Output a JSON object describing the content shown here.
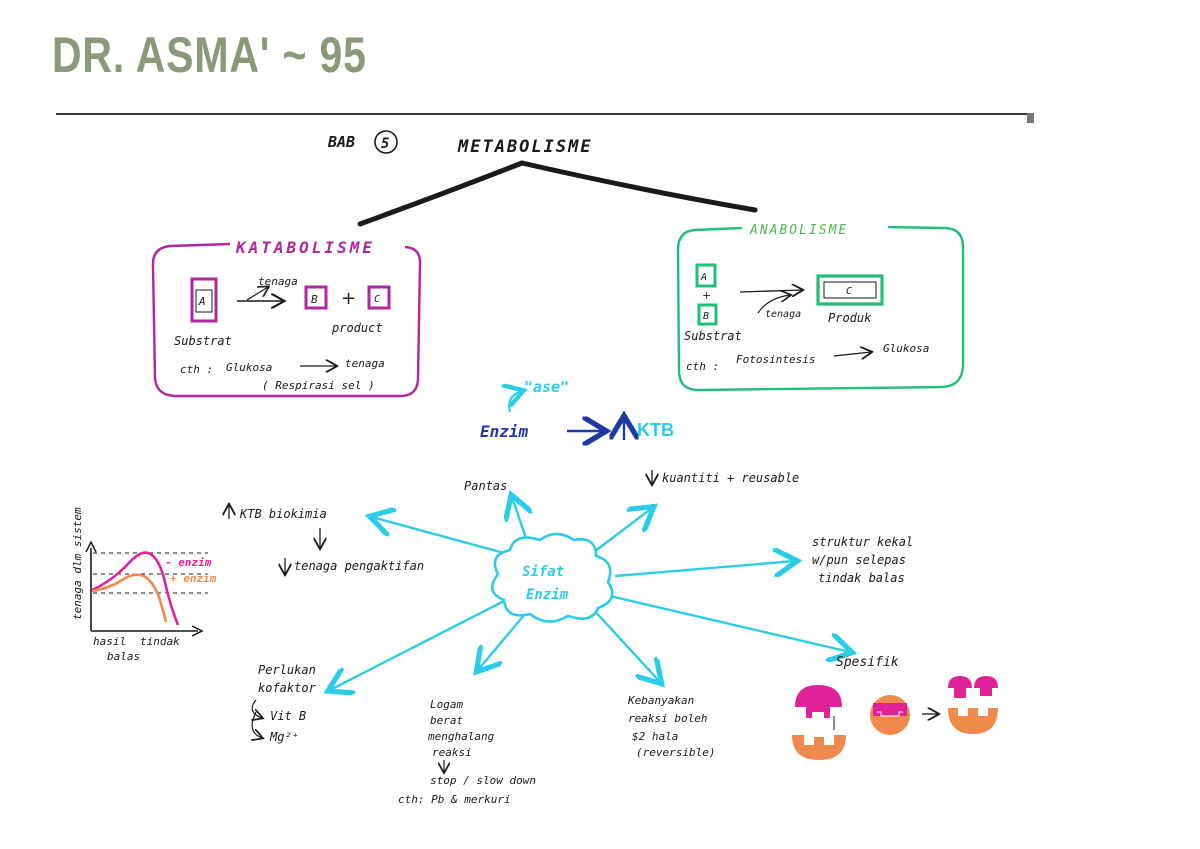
{
  "header": {
    "title": "DR. ASMA' ~ 95"
  },
  "top": {
    "bab": "BAB",
    "bab_number": "5",
    "title": "METABOLISME"
  },
  "katabolisme": {
    "title": "KATABOLISME",
    "box_a": "A",
    "box_b": "B",
    "plus": "+",
    "box_c": "C",
    "tenaga": "tenaga",
    "substrat": "Substrat",
    "product": "product",
    "example_label": "cth :",
    "example_from": "Glukosa",
    "example_to": "tenaga",
    "example_note": "( Respirasi  sel )"
  },
  "anabolisme": {
    "title": "ANABOLISME",
    "box_a": "A",
    "plus": "+",
    "box_b": "B",
    "box_c": "C",
    "tenaga": "tenaga",
    "substrat": "Substrat",
    "produk": "Produk",
    "example_label": "cth :",
    "example_from": "Fotosintesis",
    "example_to": "Glukosa"
  },
  "enzim_line": {
    "suffix": "\"ase\"",
    "enzim": "Enzim",
    "ktb": "KTB"
  },
  "graph": {
    "ylabel": "tenaga dlm sistem",
    "xlabel_1": "hasil",
    "xlabel_2": "tindak",
    "xlabel_3": "balas",
    "legend_minus": "- enzim",
    "legend_plus": "+ enzim"
  },
  "mindmap": {
    "center_1": "Sifat",
    "center_2": "Enzim",
    "ktb_biokimia": "KTB  biokimia",
    "tenaga_pengaktifan": "tenaga  pengaktifan",
    "pantas": "Pantas",
    "kuantiti": "kuantiti  + reusable",
    "struktur_1": "struktur    kekal",
    "struktur_2": "w/pun      selepas",
    "struktur_3": "tindak       balas",
    "spesifik": "Spesifik",
    "perlukan_1": "Perlukan",
    "perlukan_2": "kofaktor",
    "vit_b": "Vit B",
    "mg": "Mg²⁺",
    "logam_1": "Logam",
    "logam_2": "berat",
    "logam_3": "menghalang",
    "logam_4": "reaksi",
    "logam_5": "stop / slow down",
    "logam_6": "cth: Pb & merkuri",
    "kebanyakan_1": "Kebanyakan",
    "kebanyakan_2": "reaksi   boleh",
    "kebanyakan_3": "$2  hala",
    "kebanyakan_4": "(reversible)"
  },
  "colors": {
    "header": "#8a9a78",
    "ink": "#1a1a1a",
    "magenta": "#b1279e",
    "green": "#1fbf7a",
    "navy": "#1f3aa5",
    "cyan": "#2bcde6",
    "orange": "#f08a4b",
    "pink": "#e0229a"
  }
}
